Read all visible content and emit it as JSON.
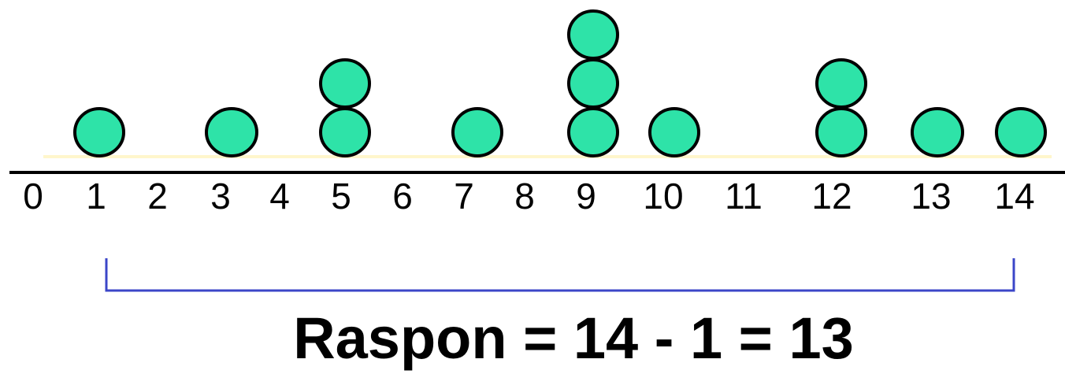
{
  "chart_data": {
    "type": "scatter",
    "subtype": "dot-plot",
    "title": "",
    "xlabel": "",
    "ylabel": "",
    "xlim": [
      0,
      14
    ],
    "x_ticks": [
      "0",
      "1",
      "2",
      "3",
      "4",
      "5",
      "6",
      "7",
      "8",
      "9",
      "10",
      "11",
      "12",
      "13",
      "14"
    ],
    "values": [
      1,
      3,
      5,
      5,
      7,
      9,
      9,
      9,
      10,
      12,
      12,
      13,
      14
    ],
    "counts": [
      {
        "x": 1,
        "count": 1
      },
      {
        "x": 3,
        "count": 1
      },
      {
        "x": 5,
        "count": 2
      },
      {
        "x": 7,
        "count": 1
      },
      {
        "x": 9,
        "count": 3
      },
      {
        "x": 10,
        "count": 1
      },
      {
        "x": 12,
        "count": 2
      },
      {
        "x": 13,
        "count": 1
      },
      {
        "x": 14,
        "count": 1
      }
    ],
    "range_bracket": {
      "from": 1,
      "to": 14
    },
    "annotation": "Raspon = 14 - 1 = 13",
    "grid": false,
    "legend": "none",
    "colors": {
      "dot_fill": "#2EE3A8",
      "dot_stroke": "#000000",
      "axis": "#000000",
      "baseline_highlight": "#FFF6CC",
      "bracket": "#3B46C8"
    }
  }
}
